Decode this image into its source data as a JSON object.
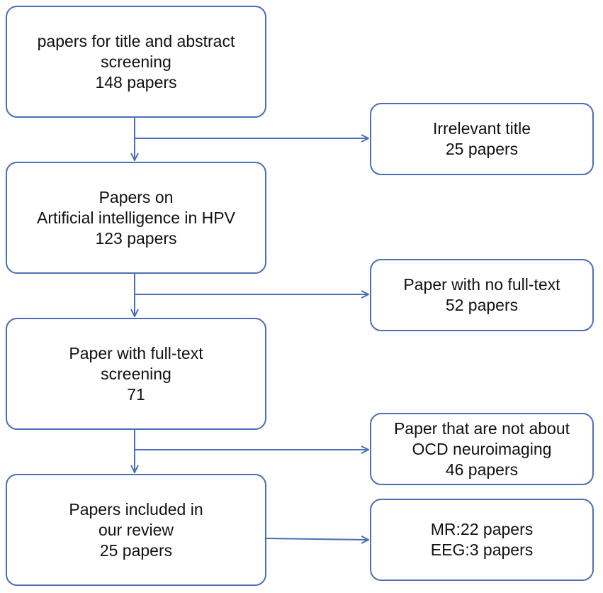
{
  "colors": {
    "border": "#4a6fb6",
    "arrow": "#4a6fb6",
    "text": "#111111",
    "background": "#ffffff"
  },
  "flow": {
    "step_1": {
      "lines": [
        "papers for title and abstract",
        "screening",
        "148 papers"
      ]
    },
    "step_2": {
      "lines": [
        "Papers on",
        "Artificial intelligence in HPV",
        "123 papers"
      ]
    },
    "step_3": {
      "lines": [
        "Paper with full-text",
        "screening",
        "71"
      ]
    },
    "step_4": {
      "lines": [
        "Papers included in",
        "our review",
        "25 papers"
      ]
    }
  },
  "exclusions": {
    "excl_1": {
      "lines": [
        "Irrelevant title",
        "25 papers"
      ]
    },
    "excl_2": {
      "lines": [
        "Paper with no full-text",
        "52 papers"
      ]
    },
    "excl_3": {
      "lines": [
        "Paper that are not about",
        "OCD neuroimaging",
        "46 papers"
      ]
    }
  },
  "breakdown": {
    "lines": [
      "MR:22 papers",
      "EEG:3 papers"
    ]
  }
}
